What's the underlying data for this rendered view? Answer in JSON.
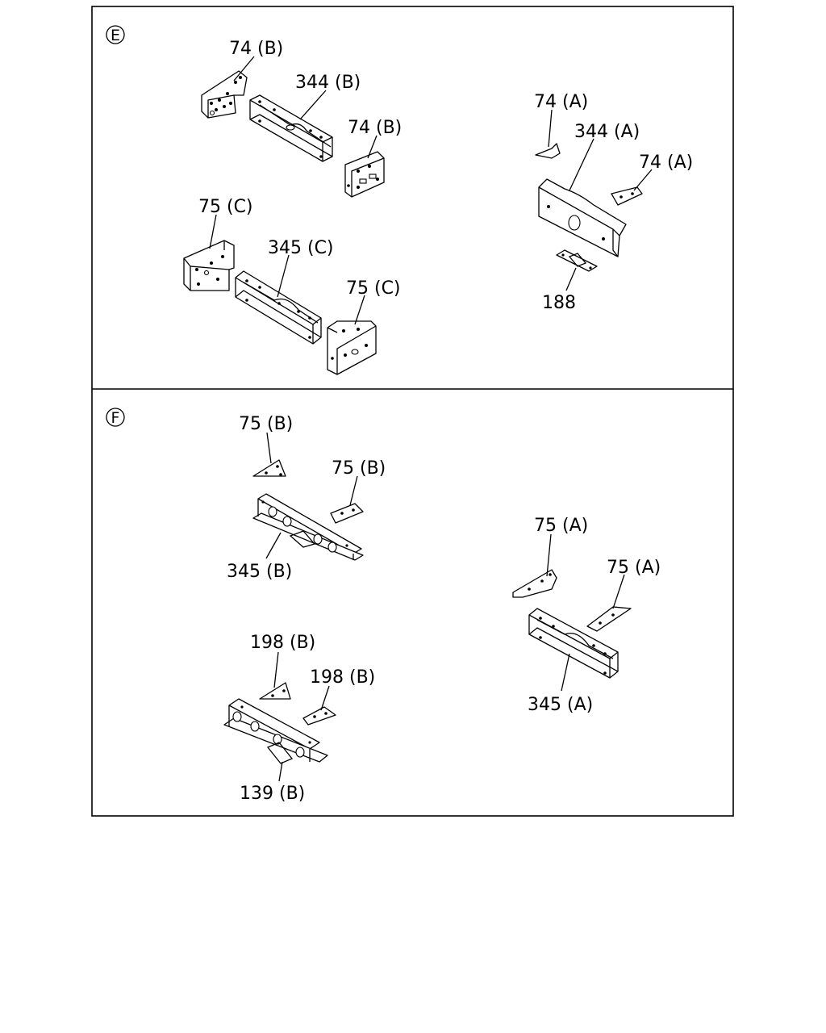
{
  "panels": {
    "E": {
      "badge": "E",
      "labels": {
        "b74_upper": "74 (B)",
        "c344_b": "344 (B)",
        "b74_lower": "74 (B)",
        "a74_upper": "74 (A)",
        "c344_a": "344 (A)",
        "a74_lower": "74 (A)",
        "c75_left": "75 (C)",
        "c345_c": "345 (C)",
        "c75_right": "75 (C)",
        "p188": "188"
      }
    },
    "F": {
      "badge": "F",
      "labels": {
        "b75_upper": "75 (B)",
        "b75_lower": "75 (B)",
        "c345_b": "345 (B)",
        "a75_upper": "75 (A)",
        "a75_lower": "75 (A)",
        "c345_a": "345 (A)",
        "b198_upper": "198 (B)",
        "b198_lower": "198 (B)",
        "c139_b": "139 (B)"
      }
    }
  }
}
